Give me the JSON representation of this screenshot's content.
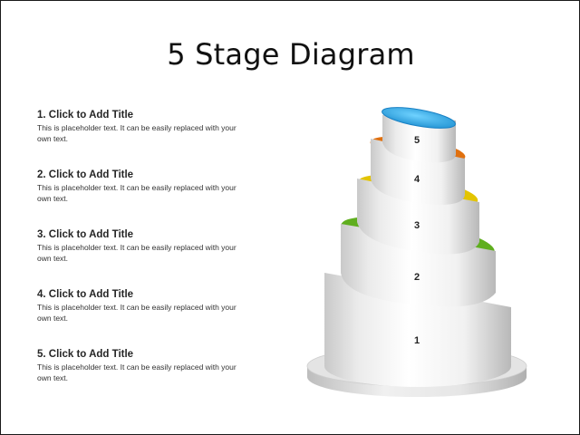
{
  "slide": {
    "title": "5 Stage Diagram"
  },
  "items": [
    {
      "title": "1. Click to Add Title",
      "text": "This is placeholder text. It can be easily replaced with your own text."
    },
    {
      "title": "2. Click to Add Title",
      "text": "This is placeholder text. It can be easily replaced with your own text."
    },
    {
      "title": "3. Click to Add Title",
      "text": "This is placeholder text. It can be easily replaced with your own text."
    },
    {
      "title": "4. Click to Add Title",
      "text": "This is placeholder text. It can be easily replaced with your own text."
    },
    {
      "title": "5. Click to Add Title",
      "text": "This is placeholder text. It can be easily replaced with your own text."
    }
  ],
  "stages": [
    {
      "label": "1",
      "accent": "#1a73c8"
    },
    {
      "label": "2",
      "accent": "#5fae1e"
    },
    {
      "label": "3",
      "accent": "#e3c400"
    },
    {
      "label": "4",
      "accent": "#e0700f"
    },
    {
      "label": "5",
      "accent": "#2aa6e4"
    }
  ]
}
